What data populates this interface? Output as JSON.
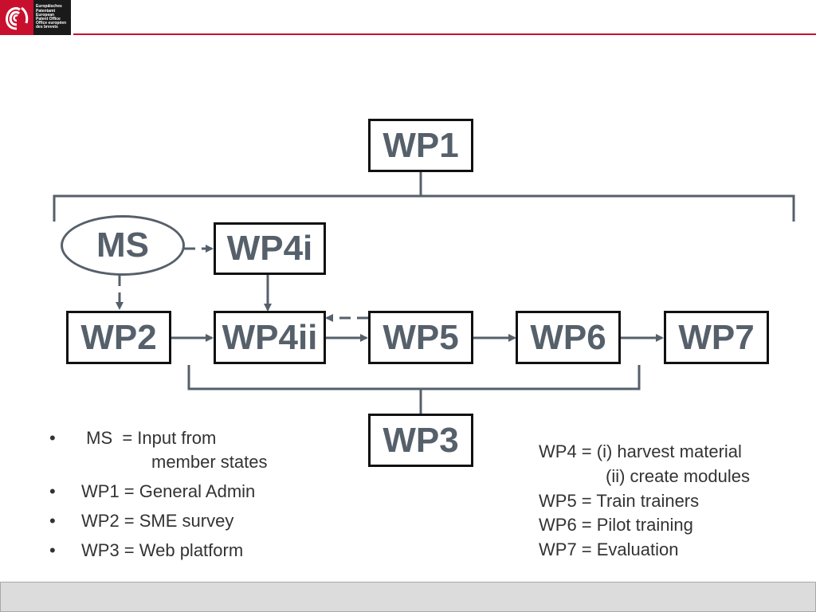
{
  "logo": {
    "lines": [
      "Europäisches",
      "Patentamt",
      "European",
      "Patent Office",
      "Office européen",
      "des brevets"
    ]
  },
  "boxes": {
    "wp1": "WP1",
    "ms": "MS",
    "wp4i": "WP4i",
    "wp2": "WP2",
    "wp4ii": "WP4ii",
    "wp5": "WP5",
    "wp6": "WP6",
    "wp7": "WP7",
    "wp3": "WP3"
  },
  "legend_left": [
    {
      "main": " MS  = Input from",
      "cont": "member states"
    },
    {
      "main": "WP1 = General Admin"
    },
    {
      "main": "WP2 = SME survey"
    },
    {
      "main": "WP3 = Web platform"
    }
  ],
  "legend_right": {
    "line1": "WP4 = (i) harvest material",
    "line2": "(ii) create modules",
    "line3": "WP5 = Train trainers",
    "line4": "WP6 = Pilot training",
    "line5": "WP7 = Evaluation"
  },
  "colors": {
    "brand_red": "#c8102e",
    "line_gray": "#56606b",
    "text_gray": "#56606b"
  }
}
